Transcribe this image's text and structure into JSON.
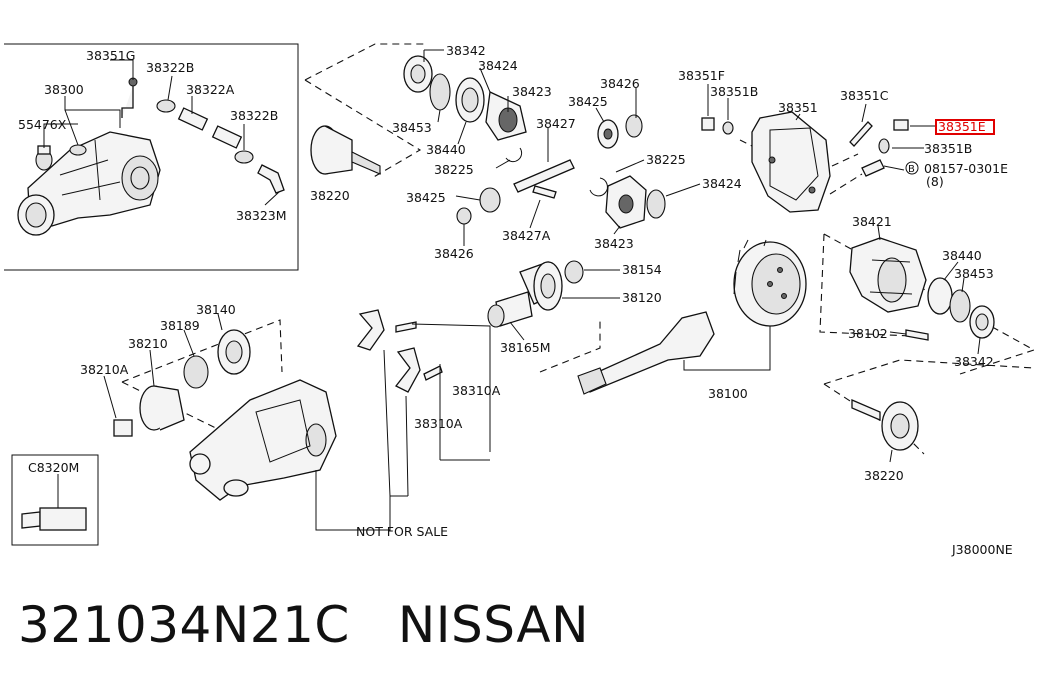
{
  "diagram_code": "J38000NE",
  "not_for_sale": "NOT FOR SALE",
  "highlight_color": "#e00000",
  "callouts": {
    "c38351G": "38351G",
    "c38322B_a": "38322B",
    "c38300": "38300",
    "c38322A": "38322A",
    "c55476X": "55476X",
    "c38322B_b": "38322B",
    "c38323M": "38323M",
    "c38342_a": "38342",
    "c38424_a": "38424",
    "c38423_a": "38423",
    "c38453_a": "38453",
    "c38440_a": "38440",
    "c38427": "38427",
    "c38225_a": "38225",
    "c38220_a": "38220",
    "c38426_a": "38426",
    "c38425_a": "38425",
    "c38225_b": "38225",
    "c38424_b": "38424",
    "c38425_b": "38425",
    "c38426_b": "38426",
    "c38427A": "38427A",
    "c38423_b": "38423",
    "c38351F": "38351F",
    "c38351B_a": "38351B",
    "c38351": "38351",
    "c38351C": "38351C",
    "c38351E": "38351E",
    "c38351B_b": "38351B",
    "c08157": "08157-0301E",
    "c08157_b": "B",
    "c08157_qty": "(8)",
    "c38421": "38421",
    "c38440_b": "38440",
    "c38453_b": "38453",
    "c38102": "38102",
    "c38342_b": "38342",
    "c38154": "38154",
    "c38120": "38120",
    "c38165M": "38165M",
    "c38140": "38140",
    "c38189": "38189",
    "c38210": "38210",
    "c38210A": "38210A",
    "c38100": "38100",
    "c38310A_a": "38310A",
    "c38310A_b": "38310A",
    "c38220_b": "38220",
    "cC8320M": "C8320M"
  },
  "footer": {
    "part_number": "321034N21C",
    "brand": "NISSAN"
  }
}
